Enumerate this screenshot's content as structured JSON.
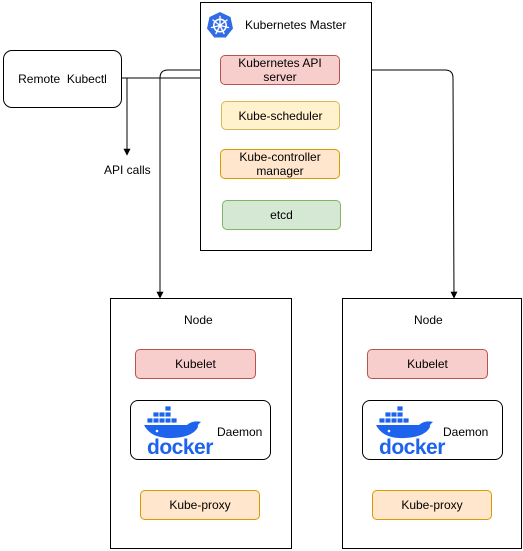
{
  "remote": {
    "label": "Remote  Kubectl"
  },
  "api_calls": {
    "label": "API calls"
  },
  "master": {
    "title": "Kubernetes Master",
    "logo_icon": "kubernetes-helm-icon",
    "components": {
      "api_server": "Kubernetes API server",
      "scheduler": "Kube-scheduler",
      "controller_manager": "Kube-controller manager",
      "etcd": "etcd"
    }
  },
  "nodes": [
    {
      "title": "Node",
      "kubelet": "Kubelet",
      "daemon": "Daemon",
      "docker": "docker",
      "proxy": "Kube-proxy"
    },
    {
      "title": "Node",
      "kubelet": "Kubelet",
      "daemon": "Daemon",
      "docker": "docker",
      "proxy": "Kube-proxy"
    }
  ],
  "colors": {
    "red_fill": "#f8cecc",
    "yellow_fill": "#fff2cc",
    "orange_fill": "#ffe6cc",
    "green_fill": "#d5e8d4",
    "k8s_blue": "#326ce5",
    "docker_blue": "#1d63ed"
  }
}
